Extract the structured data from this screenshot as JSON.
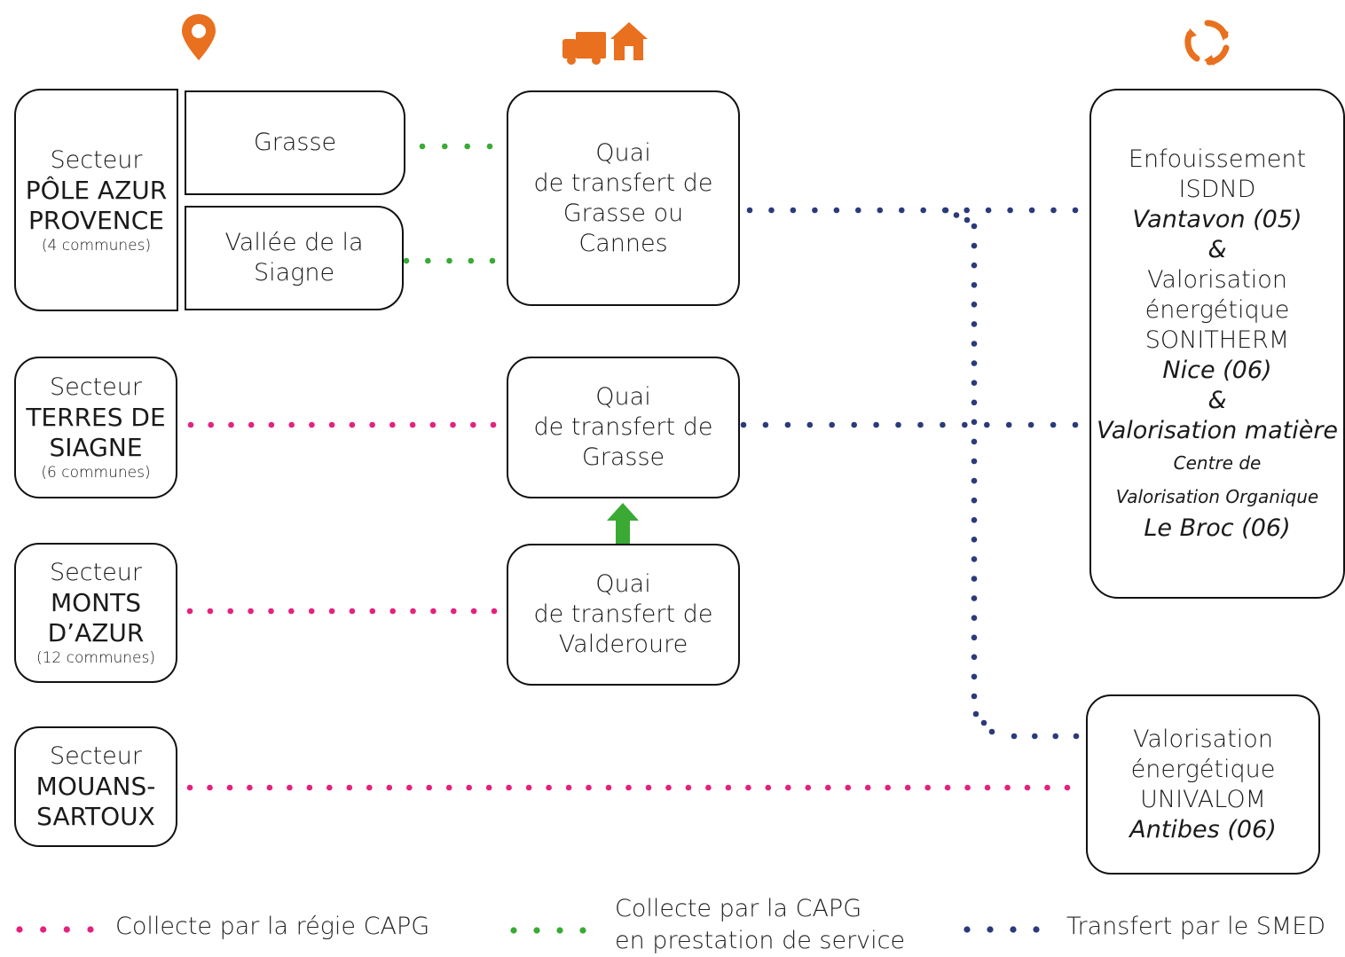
{
  "header_icons": [
    {
      "name": "location-pin-icon",
      "color": "#e8701f"
    },
    {
      "name": "truck-house-icon",
      "color": "#e8701f"
    },
    {
      "name": "recycle-cycle-icon",
      "color": "#e8701f"
    }
  ],
  "colors": {
    "regie": "#e5217e",
    "prestation": "#3aaa35",
    "smed": "#2b3a7a",
    "accent": "#e8701f",
    "arrow": "#3aaa35"
  },
  "sectors": {
    "pole_azur": {
      "l1": "Secteur",
      "l2": "PÔLE AZUR",
      "l3": "PROVENCE",
      "l4": "(4 communes)"
    },
    "grasse": {
      "l1": "Grasse"
    },
    "vallee": {
      "l1": "Vallée de la",
      "l2": "Siagne"
    },
    "terres": {
      "l1": "Secteur",
      "l2": "TERRES DE",
      "l3": "SIAGNE",
      "l4": "(6 communes)"
    },
    "monts": {
      "l1": "Secteur",
      "l2": "MONTS",
      "l3": "D’AZUR",
      "l4": "(12 communes)"
    },
    "mouans": {
      "l1": "Secteur",
      "l2": "MOUANS-",
      "l3": "SARTOUX"
    }
  },
  "quais": {
    "q1": {
      "l1": "Quai",
      "l2": "de transfert de",
      "l3": "Grasse ou",
      "l4": "Cannes"
    },
    "q2": {
      "l1": "Quai",
      "l2": "de transfert de",
      "l3": "Grasse"
    },
    "q3": {
      "l1": "Quai",
      "l2": "de transfert de",
      "l3": "Valderoure"
    }
  },
  "destinations": {
    "d1": {
      "l1": "Enfouissement",
      "l2": "ISDND",
      "l3": "Vantavon (05)",
      "l4": "&",
      "l5": "Valorisation",
      "l6": "énergétique",
      "l7": "SONITHERM",
      "l8": "Nice (06)",
      "l9": "&",
      "l10": "Valorisation matière",
      "l11": "Centre de",
      "l12": "Valorisation Organique",
      "l13": "Le Broc (06)"
    },
    "d2": {
      "l1": "Valorisation",
      "l2": "énergétique",
      "l3": "UNIVALOM",
      "l4": "Antibes (06)"
    }
  },
  "legend": {
    "regie": "Collecte par la régie CAPG",
    "prestation_l1": "Collecte par la CAPG",
    "prestation_l2": "en prestation de service",
    "smed": "Transfert par le SMED"
  }
}
